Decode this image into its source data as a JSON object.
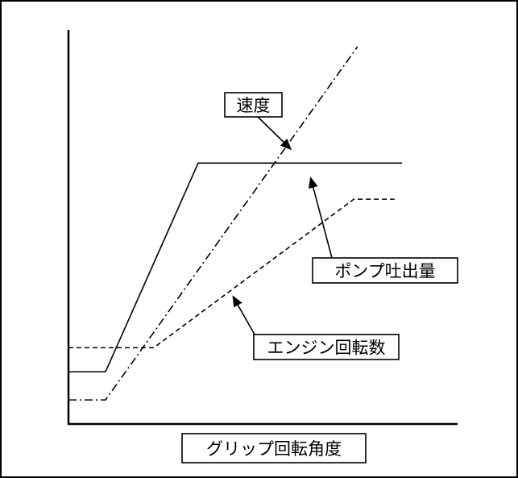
{
  "chart_data": {
    "type": "line",
    "title": "",
    "xlabel": "グリップ回転角度",
    "ylabel": "",
    "grid": false,
    "xlim": [
      0,
      100
    ],
    "ylim": [
      0,
      100
    ],
    "series": [
      {
        "name": "ポンプ吐出量",
        "line_style": "solid",
        "x": [
          0,
          10,
          35,
          90
        ],
        "y": [
          13,
          13,
          65,
          65
        ]
      },
      {
        "name": "エンジン回転数",
        "line_style": "dashed",
        "x": [
          0,
          23,
          77,
          88
        ],
        "y": [
          19,
          19,
          56,
          56
        ]
      },
      {
        "name": "速度",
        "line_style": "dashdot",
        "x": [
          0,
          10,
          78
        ],
        "y": [
          6,
          6,
          94
        ]
      }
    ],
    "annotations": [
      {
        "text": "速度",
        "series": 2
      },
      {
        "text": "ポンプ吐出量",
        "series": 0
      },
      {
        "text": "エンジン回転数",
        "series": 1
      }
    ]
  }
}
